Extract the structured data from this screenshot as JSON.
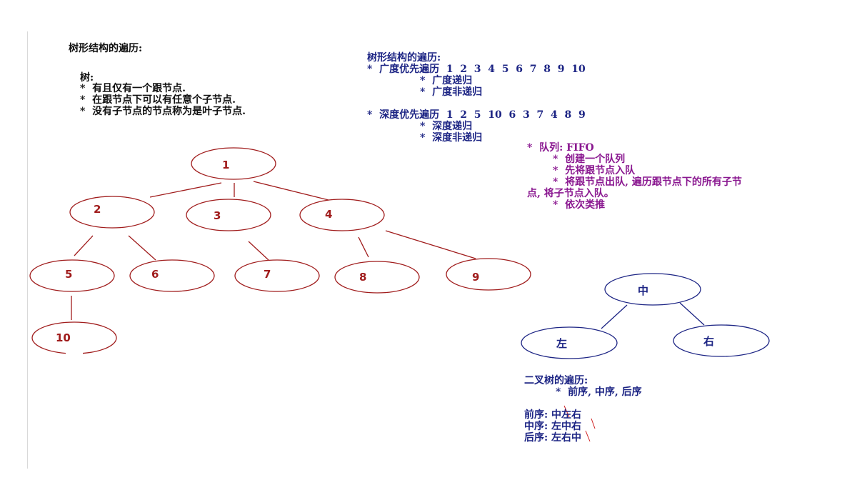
{
  "left_notes": {
    "title": "树形结构的遍历:",
    "tree_heading": "树:",
    "tree_rules": [
      "*  有且仅有一个跟节点.",
      "*  在跟节点下可以有任意个子节点.",
      "*  没有子节点的节点称为是叶子节点."
    ]
  },
  "traversal_notes": {
    "title": "树形结构的遍历:",
    "bfs_line": "*  广度优先遍历  1  2  3  4  5  6  7  8  9  10",
    "bfs_subs": [
      "*  广度递归",
      "*  广度非递归"
    ],
    "dfs_line": "*  深度优先遍历  1  2  5  10  6  3  7  4  8  9",
    "dfs_subs": [
      "*  深度递归",
      "*  深度非递归"
    ]
  },
  "queue_notes": {
    "title": "*  队列: FIFO",
    "items": [
      "*  创建一个队列",
      "*  先将跟节点入队",
      "*  将跟节点出队, 遍历跟节点下的所有子节"
    ],
    "wrap": "点, 将子节点入队。",
    "last": "*  依次类推"
  },
  "tree": {
    "color": "#a01c1c",
    "nodes": [
      "1",
      "2",
      "3",
      "4",
      "5",
      "6",
      "7",
      "8",
      "9",
      "10"
    ]
  },
  "binary_tree": {
    "color": "#1c2484",
    "nodes": [
      "中",
      "左",
      "右"
    ]
  },
  "binary_notes": {
    "title": "二叉树的遍历:",
    "orders": "*  前序, 中序, 后序",
    "pre": "前序: 中左右",
    "in": "中序: 左中右",
    "post": "后序: 左右中"
  }
}
